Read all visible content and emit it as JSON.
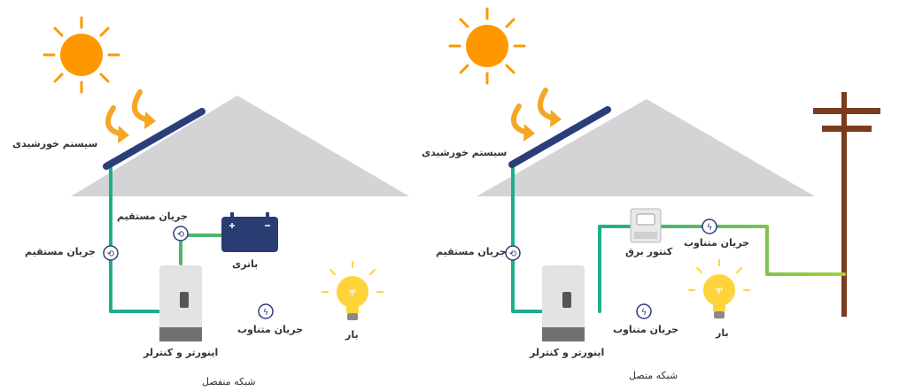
{
  "colors": {
    "sun": "#ff9800",
    "arrow": "#f5a623",
    "roof": "#d4d4d6",
    "panel": "#2c3e7a",
    "wire_green": "#1fae8a",
    "wire_lime": "#9acd32",
    "battery": "#2a3d73",
    "bulb": "#ffd43b",
    "pole": "#7a3b1e",
    "inverter": "#e3e3e5",
    "inverter_base": "#707070"
  },
  "off_grid": {
    "solar_label": "سیستم خورشیدی",
    "dc_left_label": "جریان مستقیم",
    "dc_top_label": "جریان مستقیم",
    "battery_label": "باتری",
    "inverter_label": "اینورتر و کنترلر",
    "ac_label": "جریان متناوب",
    "load_label": "بار",
    "caption": "شبکه منفصل"
  },
  "on_grid": {
    "solar_label": "سیستم خورشیدی",
    "dc_left_label": "جریان مستقیم",
    "meter_label": "کنتور برق",
    "ac_top_label": "جریان متناوب",
    "inverter_label": "اینورتر و کنترلر",
    "ac_bottom_label": "جریان متناوب",
    "load_label": "بار",
    "caption": "شبکه متصل"
  },
  "icons": {
    "sun": "sun-icon",
    "sunlight_arrow": "sunlight-arrow-icon",
    "solar_panel": "solar-panel-icon",
    "battery": "battery-icon",
    "inverter": "inverter-icon",
    "bulb": "light-bulb-icon",
    "dc_symbol": "direct-current-icon",
    "ac_symbol": "alternating-current-icon",
    "meter": "electricity-meter-icon",
    "utility_pole": "utility-pole-icon"
  }
}
